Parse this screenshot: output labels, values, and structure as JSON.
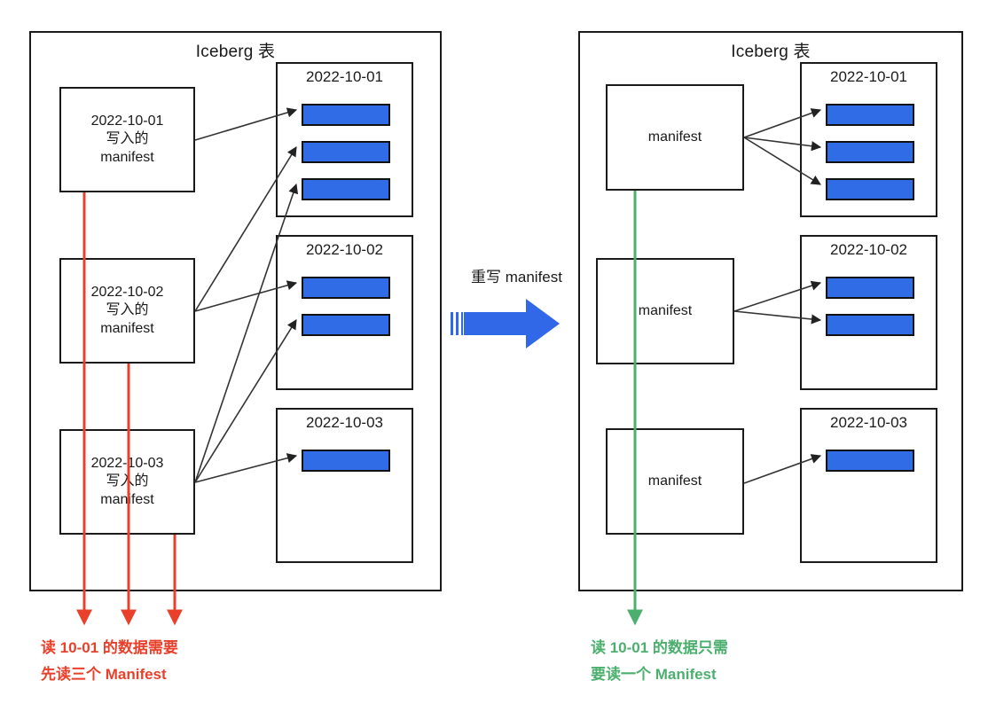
{
  "diagram": {
    "title_hidden": "Iceberg manifest rewrite comparison",
    "mid_label": "重写 manifest",
    "colors": {
      "datafile_blue": "#2F6CE5",
      "big_arrow_blue": "#3068E8",
      "red": "#E8402A",
      "green": "#4CAF6E",
      "outline": "#1a1a1a"
    }
  },
  "left_panel": {
    "title": "Iceberg 表",
    "manifests": [
      {
        "lines": [
          "2022-10-01",
          "写入的",
          "manifest"
        ]
      },
      {
        "lines": [
          "2022-10-02",
          "写入的",
          "manifest"
        ]
      },
      {
        "lines": [
          "2022-10-03",
          "写入的",
          "manifest"
        ]
      }
    ],
    "partitions": [
      {
        "title": "2022-10-01",
        "datafile_count": 3
      },
      {
        "title": "2022-10-02",
        "datafile_count": 2
      },
      {
        "title": "2022-10-03",
        "datafile_count": 1
      }
    ],
    "caption": [
      "读 10-01 的数据需要",
      "先读三个 Manifest"
    ],
    "trace_arrow_count": 3
  },
  "right_panel": {
    "title": "Iceberg 表",
    "manifests": [
      {
        "lines": [
          "manifest"
        ]
      },
      {
        "lines": [
          "manifest"
        ]
      },
      {
        "lines": [
          "manifest"
        ]
      }
    ],
    "partitions": [
      {
        "title": "2022-10-01",
        "datafile_count": 3
      },
      {
        "title": "2022-10-02",
        "datafile_count": 2
      },
      {
        "title": "2022-10-03",
        "datafile_count": 1
      }
    ],
    "caption": [
      "读 10-01 的数据只需",
      "要读一个 Manifest"
    ],
    "trace_arrow_count": 1
  }
}
